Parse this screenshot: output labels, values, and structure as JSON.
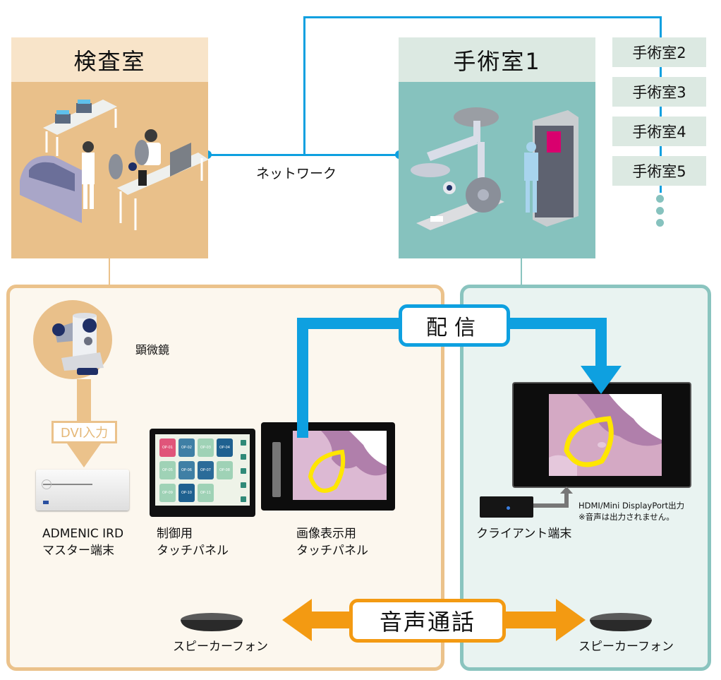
{
  "rooms": {
    "lab": {
      "title": "検査室"
    },
    "or1": {
      "title": "手術室1"
    },
    "other_ors": [
      "手術室2",
      "手術室3",
      "手術室4",
      "手術室5"
    ]
  },
  "network": {
    "label": "ネットワーク"
  },
  "lab_panel": {
    "microscope_label": "顕微鏡",
    "dvi_label": "DVI入力",
    "master_terminal": {
      "line1": "ADMENIC IRD",
      "line2": "マスター端末"
    },
    "control_panel": {
      "line1": "制御用",
      "line2": "タッチパネル",
      "tiles": [
        {
          "label": "OP-01",
          "color": "#e0557a"
        },
        {
          "label": "OP-02",
          "color": "#3f7fa5"
        },
        {
          "label": "OP-03",
          "color": "#9fd2b6"
        },
        {
          "label": "OP-04",
          "color": "#1f6190"
        },
        {
          "label": "OP-05",
          "color": "#9fd2b6"
        },
        {
          "label": "OP-06",
          "color": "#3f7fa5"
        },
        {
          "label": "OP-07",
          "color": "#2b6b99"
        },
        {
          "label": "OP-08",
          "color": "#9fd2b6"
        },
        {
          "label": "OP-09",
          "color": "#9fd2b6"
        },
        {
          "label": "OP-10",
          "color": "#1f6190"
        },
        {
          "label": "OP-11",
          "color": "#9fd2b6"
        }
      ]
    },
    "display_panel": {
      "line1": "画像表示用",
      "line2": "タッチパネル"
    },
    "speaker": "スピーカーフォン"
  },
  "or_panel": {
    "client_terminal": "クライアント端末",
    "output_note": {
      "line1": "HDMI/Mini DisplayPort出力",
      "line2": "※音声は出力されません。"
    },
    "speaker": "スピーカーフォン"
  },
  "flows": {
    "distribute": "配信",
    "voice_call": "音声通話"
  },
  "colors": {
    "network": "#0ea0e0",
    "voice": "#f39a12",
    "lab_accent": "#ebc28b",
    "or_accent": "#8ac4bf"
  }
}
